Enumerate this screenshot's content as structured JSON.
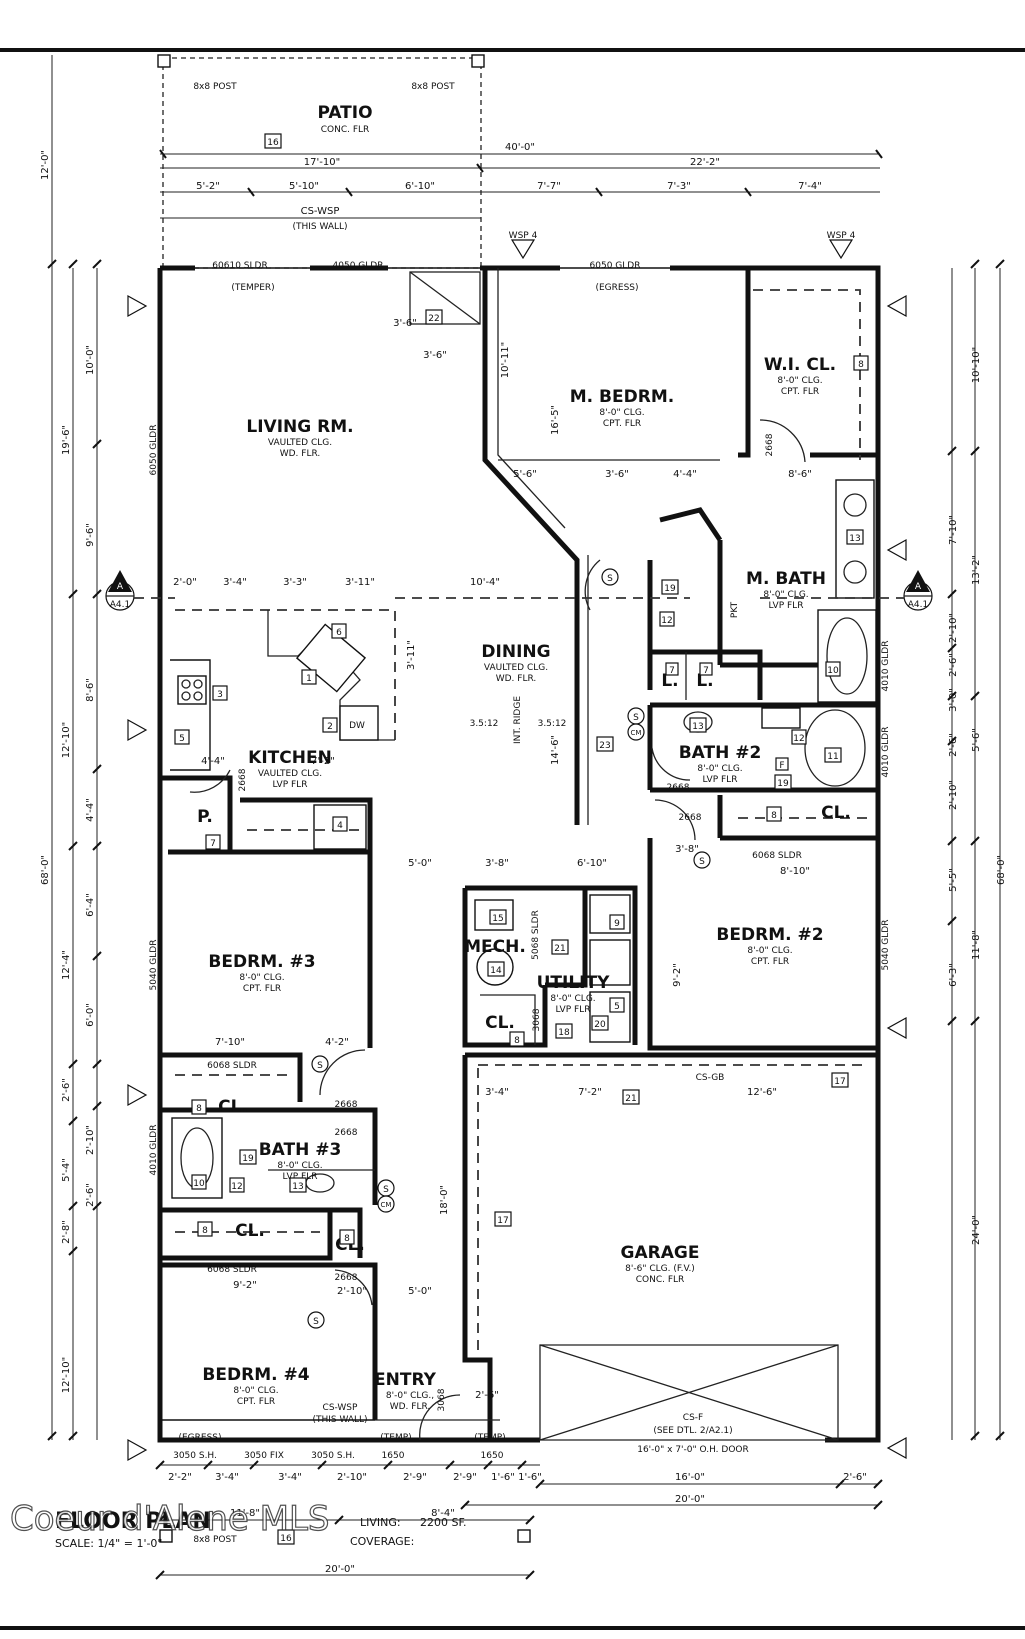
{
  "rooms": {
    "patio": {
      "name": "PATIO",
      "note": "CONC. FLR"
    },
    "living": {
      "name": "LIVING RM.",
      "note1": "VAULTED CLG.",
      "note2": "WD. FLR."
    },
    "master": {
      "name": "M. BEDRM.",
      "note1": "8'-0\" CLG.",
      "note2": "CPT. FLR"
    },
    "wicl": {
      "name": "W.I. CL.",
      "note1": "8'-0\" CLG.",
      "note2": "CPT. FLR"
    },
    "mbath": {
      "name": "M. BATH",
      "note1": "8'-0\" CLG.",
      "note2": "LVP FLR"
    },
    "dining": {
      "name": "DINING",
      "note1": "VAULTED CLG.",
      "note2": "WD. FLR."
    },
    "kitchen": {
      "name": "KITCHEN",
      "note1": "VAULTED CLG.",
      "note2": "LVP FLR"
    },
    "pantry": {
      "name": "P."
    },
    "bath2": {
      "name": "BATH #2",
      "note1": "8'-0\" CLG.",
      "note2": "LVP FLR"
    },
    "cl_b2": {
      "name": "CL."
    },
    "bedrm2": {
      "name": "BEDRM. #2",
      "note1": "8'-0\" CLG.",
      "note2": "CPT. FLR"
    },
    "bedrm3": {
      "name": "BEDRM. #3",
      "note1": "8'-0\" CLG.",
      "note2": "CPT. FLR"
    },
    "mech": {
      "name": "MECH."
    },
    "utility": {
      "name": "UTILITY",
      "note1": "8'-0\" CLG.",
      "note2": "LVP FLR"
    },
    "cl_util": {
      "name": "CL."
    },
    "cl_b3": {
      "name": "CL."
    },
    "bath3": {
      "name": "BATH #3",
      "note1": "8'-0\" CLG.",
      "note2": "LVP FLR"
    },
    "cl_hall": {
      "name": "CL."
    },
    "cl_small": {
      "name": "CL."
    },
    "garage": {
      "name": "GARAGE",
      "note1": "8'-6\" CLG. (F.V.)",
      "note2": "CONC. FLR"
    },
    "bedrm4": {
      "name": "BEDRM. #4",
      "note1": "8'-0\" CLG.",
      "note2": "CPT. FLR"
    },
    "entry": {
      "name": "ENTRY",
      "note1": "8'-0\" CLG.,",
      "note2": "WD. FLR."
    },
    "linen1": {
      "name": "L."
    },
    "linen2": {
      "name": "L."
    }
  },
  "labels": {
    "post_left": "8x8 POST",
    "post_right": "8x8 POST",
    "post_bottom": "8x8 POST",
    "cs_wsp": "CS-WSP",
    "this_wall": "(THIS WALL)",
    "door_60610": "60610 SLDR",
    "tempered": "(TEMPER)",
    "door_4050": "4050 GLDR",
    "door_6050": "6050 GLDR",
    "egress": "(EGRESS)",
    "wsp4": "WSP 4",
    "gldr_6050_side": "6050 GLDR",
    "d2668": "2668",
    "d6068": "6068 SLDR",
    "d5040": "5040 GLDR",
    "d4010": "4010 GLDR",
    "d3068": "3068",
    "d5068": "5068 SLDR",
    "cs_gb": "CS-GB",
    "cs_f": "CS-F",
    "see_dtl": "(SEE DTL. 2/A2.1)",
    "oh_door": "16'-0\" x 7'-0\" O.H. DOOR",
    "temp": "(TEMP)",
    "d3050sh": "3050 S.H.",
    "d3050fix": "3050 FIX",
    "d1650": "1650",
    "int_ridge": "INT. RIDGE",
    "slope1": "3.5:12",
    "slope2": "3.5:12",
    "pkt": "PKT",
    "dw": "DW",
    "section_a": "A",
    "section_sheet": "A4.1",
    "s_mark": "S",
    "cm_mark": "CM"
  },
  "dims": {
    "top_overall": "40'-0\"",
    "top_left": "17'-10\"",
    "top_right": "22'-2\"",
    "t1": "5'-2\"",
    "t2": "5'-10\"",
    "t3": "6'-10\"",
    "t4": "7'-7\"",
    "t5": "7'-3\"",
    "t6": "7'-4\"",
    "left_patio": "12'-0\"",
    "left_overall": "68'-0\"",
    "left_living": "19'-6\"",
    "l_a": "10'-0\"",
    "l_b": "9'-6\"",
    "l_c": "8'-6\"",
    "l_d": "12'-10\"",
    "l_e": "4'-4\"",
    "l_f": "6'-4\"",
    "l_g": "12'-4\"",
    "l_h": "6'-0\"",
    "l_i": "2'-6\"",
    "l_j": "2'-10\"",
    "l_k": "5'-4\"",
    "l_l": "2'-6\"",
    "l_m": "2'-8\"",
    "l_n": "12'-10\"",
    "right_overall": "68'-0\"",
    "r_a": "10'-10\"",
    "r_b": "7'-10\"",
    "r_c": "13'-2\"",
    "r_d": "2'-10\"",
    "r_e": "2'-6\"",
    "r_f": "3'-0\"",
    "r_g": "5'-6\"",
    "r_h": "2'-6\"",
    "r_i": "2'-10\"",
    "r_j": "5'-5\"",
    "r_k": "11'-8\"",
    "r_l": "6'-3\"",
    "r_m": "24'-0\"",
    "bot_overall": "20'-0\"",
    "bot_garage": "16'-0\"",
    "bot_garage_total": "20'-0\"",
    "bot_a": "2'-2\"",
    "bot_b": "3'-4\"",
    "bot_c": "3'-4\"",
    "bot_d": "2'-10\"",
    "bot_e": "2'-9\"",
    "bot_f": "2'-9\"",
    "bot_g": "1'-6\"",
    "bot_h": "1'-6\"",
    "bot_i": "2'-6\"",
    "bot_left": "11'-8\"",
    "bot_right": "8'-4\"",
    "i_living_a": "2'-0\"",
    "i_living_b": "3'-4\"",
    "i_living_c": "3'-3\"",
    "i_living_d": "3'-11\"",
    "i_dining": "10'-4\"",
    "i_mb1": "5'-6\"",
    "i_mb2": "3'-6\"",
    "i_mb3": "4'-4\"",
    "i_mb4": "8'-6\"",
    "i_b2a": "3'-8\"",
    "i_b2b": "8'-10\"",
    "i_cl": "3'-6\"",
    "i_cl2": "3'-6\"",
    "i_k1": "4'-4\"",
    "i_k2": "7'-2\"",
    "i_k3": "5'-0\"",
    "i_k4": "3'-8\"",
    "i_k5": "6'-10\"",
    "i_b3a": "7'-10\"",
    "i_b3b": "4'-2\"",
    "i_g1": "3'-4\"",
    "i_g2": "7'-2\"",
    "i_g3": "12'-6\"",
    "i_b4a": "9'-2\"",
    "i_b4b": "2'-10\"",
    "i_b4c": "5'-0\"",
    "i_e1": "2'-6\"",
    "i_hall": "18'-0\"",
    "i_din_v": "14'-6\"",
    "i_din_v2": "3'-11\"",
    "i_mb_v": "10'-11\"",
    "i_mb_v2": "16'-5\"",
    "i_b2v": "9'-2\""
  },
  "title_block": {
    "title": "FLOOR PLAN",
    "scale": "SCALE: 1/4\" = 1'-0\"",
    "area": "2200 SF.",
    "coverage": "COVERAGE:",
    "area_label": "LIVING: "
  },
  "watermark": "Coeur d'Alene MLS"
}
